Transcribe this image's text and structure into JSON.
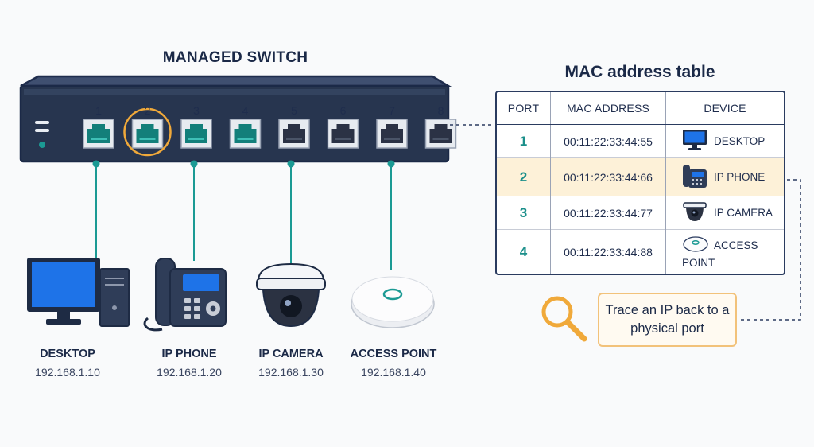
{
  "switch": {
    "title": "MANAGED SWITCH",
    "ports": [
      "1",
      "2",
      "3",
      "4",
      "5",
      "6",
      "7",
      "8"
    ],
    "highlighted_port": "2",
    "active_ports": [
      "1",
      "2",
      "3",
      "4"
    ]
  },
  "devices": [
    {
      "label": "DESKTOP",
      "ip": "192.168.1.10",
      "icon": "desktop-computer-icon",
      "port": "1"
    },
    {
      "label": "IP PHONE",
      "ip": "192.168.1.20",
      "icon": "ip-phone-icon",
      "port": "3"
    },
    {
      "label": "IP CAMERA",
      "ip": "192.168.1.30",
      "icon": "dome-camera-icon",
      "port": "5"
    },
    {
      "label": "ACCESS POINT",
      "ip": "192.168.1.40",
      "icon": "access-point-icon",
      "port": "7"
    }
  ],
  "mac_table": {
    "title": "MAC address table",
    "headers": [
      "PORT",
      "MAC ADDRESS",
      "DEVICE"
    ],
    "rows": [
      {
        "port": "1",
        "mac": "00:11:22:33:44:55",
        "device": "DESKTOP",
        "icon": "monitor-icon"
      },
      {
        "port": "2",
        "mac": "00:11:22:33:44:66",
        "device": "IP PHONE",
        "icon": "phone-icon",
        "highlighted": true
      },
      {
        "port": "3",
        "mac": "00:11:22:33:44:77",
        "device": "IP CAMERA",
        "icon": "camera-icon"
      },
      {
        "port": "4",
        "mac": "00:11:22:33:44:88",
        "device": "ACCESS POINT",
        "icon": "access-point-icon"
      }
    ]
  },
  "callout": {
    "text": "Trace an IP back to a physical port",
    "icon": "magnifier-icon"
  },
  "colors": {
    "navy": "#2a3b5f",
    "teal": "#1b9a94",
    "highlight": "#f0a93a",
    "row_highlight": "#fdf1d8",
    "device_blue": "#1e73e8"
  }
}
